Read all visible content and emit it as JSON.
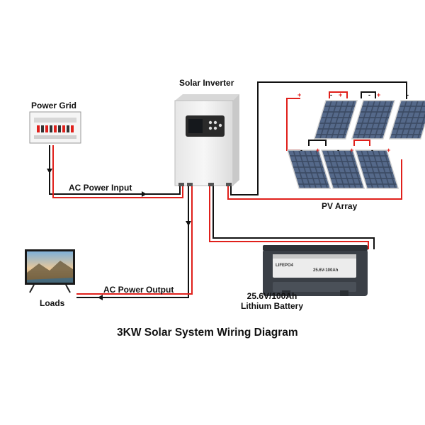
{
  "labels": {
    "solar_inverter": "Solar Inverter",
    "power_grid": "Power Grid",
    "ac_power_input": "AC Power Input",
    "ac_power_output": "AC Power Output",
    "pv_array": "PV Array",
    "loads": "Loads",
    "battery_spec_line1": "25.6V/100Ah",
    "battery_spec_line2": "Lithium Battery",
    "title": "3KW Solar System Wiring Diagram"
  },
  "battery_label": {
    "brand": "LIFEPO4",
    "model": "25.6V-100Ah"
  },
  "panel_terminals": {
    "plus": "+",
    "minus": "-"
  },
  "colors": {
    "wire_red": "#e0201b",
    "wire_black": "#111111",
    "inverter_body": "#f1f1f1",
    "inverter_display": "#2a2a2a",
    "panel_cell": "#3b4a63",
    "battery_body": "#3a3f46"
  }
}
